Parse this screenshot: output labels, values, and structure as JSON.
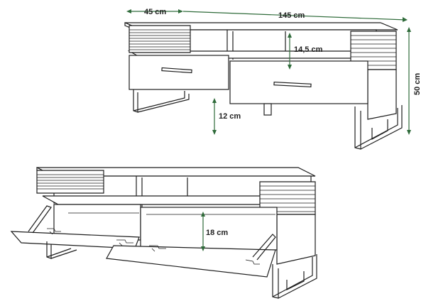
{
  "dimensions": {
    "depth": "45 cm",
    "width": "145 cm",
    "height": "50 cm",
    "shelf_height": "14,5 cm",
    "leg_clearance": "12 cm",
    "drawer_depth": "18 cm"
  },
  "colors": {
    "line": "#1e1e1e",
    "dimension_line": "#2f6b3a",
    "background": "#ffffff"
  }
}
